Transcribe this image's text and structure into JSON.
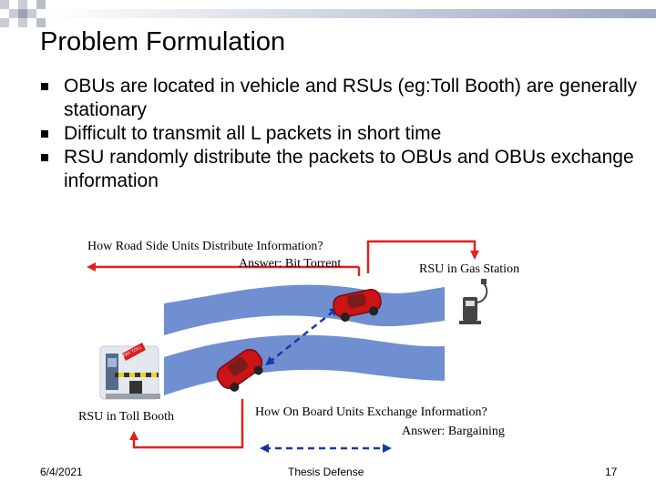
{
  "slide": {
    "title": "Problem Formulation",
    "bullets": [
      "OBUs are located in vehicle and RSUs (eg:Toll Booth) are generally stationary",
      "Difficult to transmit all L packets in short time",
      "RSU randomly distribute the packets to OBUs and OBUs exchange information"
    ]
  },
  "diagram": {
    "rsu_question": "How Road Side Units Distribute Information?",
    "rsu_answer": "Answer: Bit Torrent",
    "gas_station_label": "RSU in Gas Station",
    "toll_booth_label": "RSU in Toll Booth",
    "obu_question": "How On Board Units Exchange Information?",
    "obu_answer": "Answer: Bargaining",
    "toll_sign_text": "PAY TOLL",
    "colors": {
      "road": "#6f8fd1",
      "red_arrow": "#e2201f",
      "blue_arrow": "#1a37a8",
      "car": "#cc1414"
    }
  },
  "footer": {
    "date": "6/4/2021",
    "center": "Thesis Defense",
    "page": "17"
  }
}
